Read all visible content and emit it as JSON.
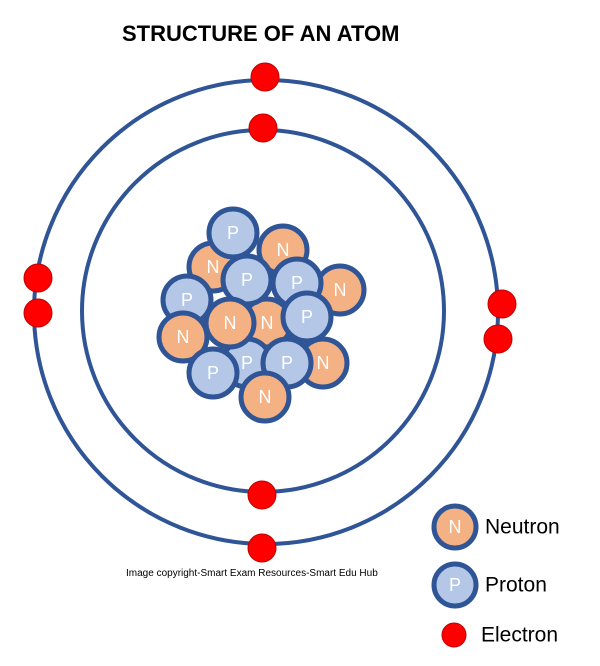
{
  "title": "STRUCTURE OF AN ATOM",
  "copyright": "Image copyright-Smart Exam Resources-Smart Edu Hub",
  "particles": {
    "neutron": {
      "symbol": "N",
      "fill": "#f4b183"
    },
    "proton": {
      "symbol": "P",
      "fill": "#b4c7e7"
    },
    "electron": {
      "fill": "#ff0000"
    },
    "outline": "#2f5597"
  },
  "legend": [
    {
      "label": "Neutron",
      "symbol": "N",
      "kind": "neutron"
    },
    {
      "label": "Proton",
      "symbol": "P",
      "kind": "proton"
    },
    {
      "label": "Electron",
      "kind": "electron"
    }
  ],
  "nucleus_counts": {
    "protons": 8,
    "neutrons": 8
  },
  "electron_count": 8
}
